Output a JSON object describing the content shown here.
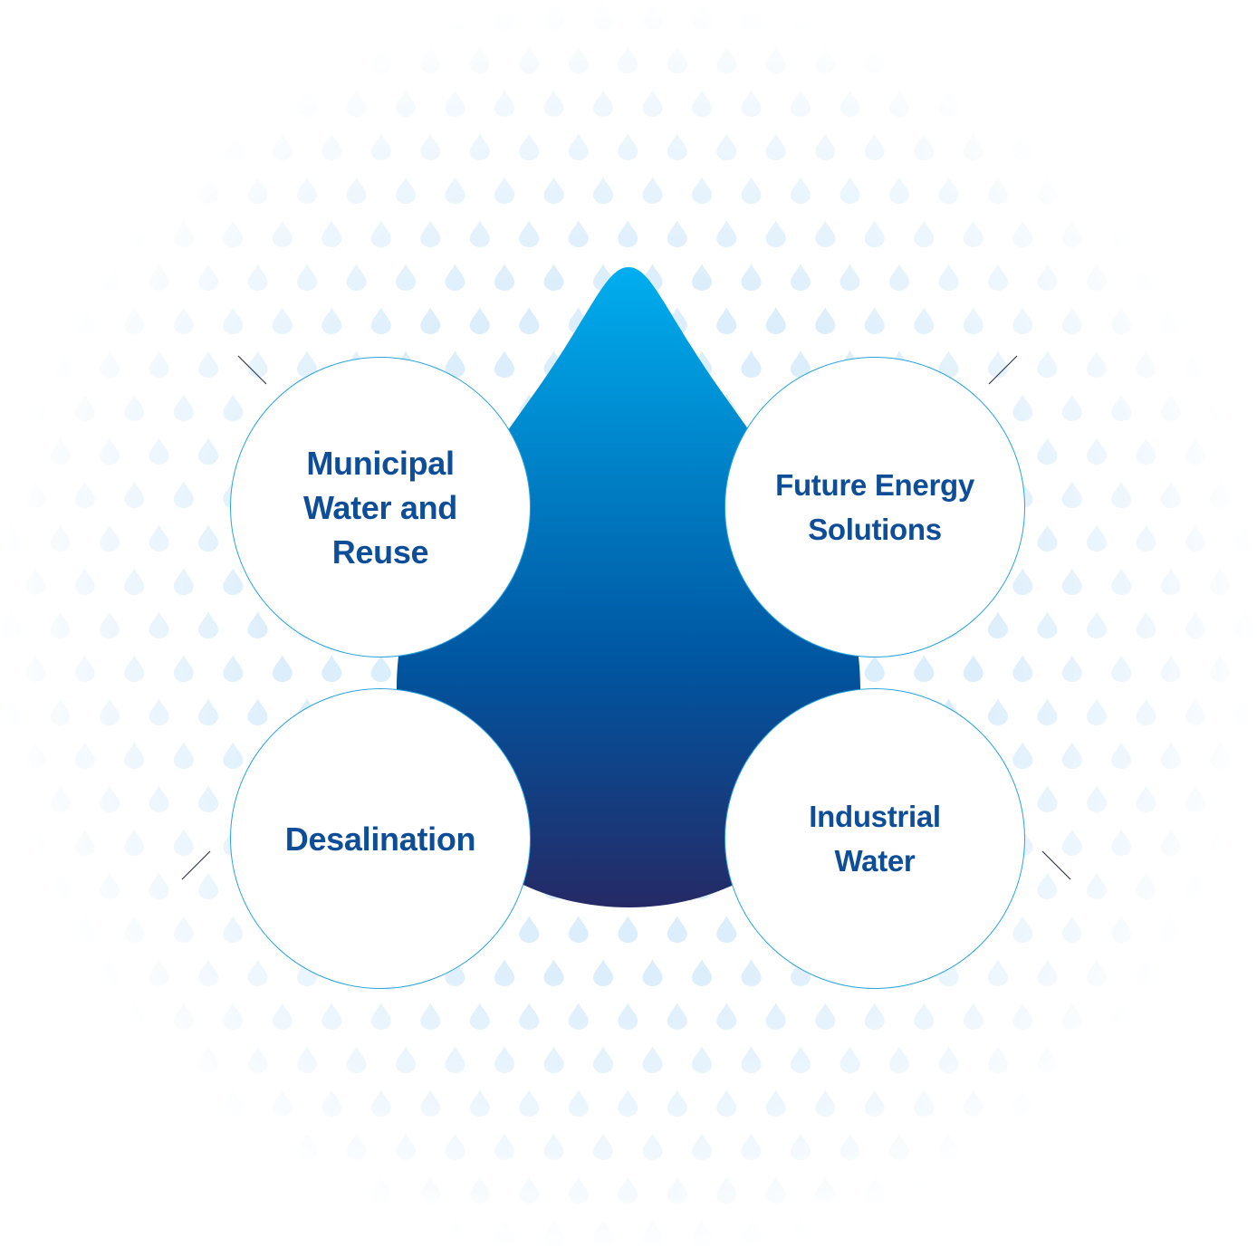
{
  "colors": {
    "drop_top": "#00aeef",
    "drop_mid": "#0055a0",
    "drop_bottom": "#252a66",
    "circle_border": "#29a3df",
    "label_text": "#0e4d97",
    "pattern_drop": "#daedfb"
  },
  "segments": [
    {
      "id": "municipal",
      "label": "Municipal\nWater and\nReuse"
    },
    {
      "id": "energy",
      "label": "Future Energy\nSolutions"
    },
    {
      "id": "desalination",
      "label": "Desalination"
    },
    {
      "id": "industrial",
      "label": "Industrial\nWater"
    }
  ]
}
